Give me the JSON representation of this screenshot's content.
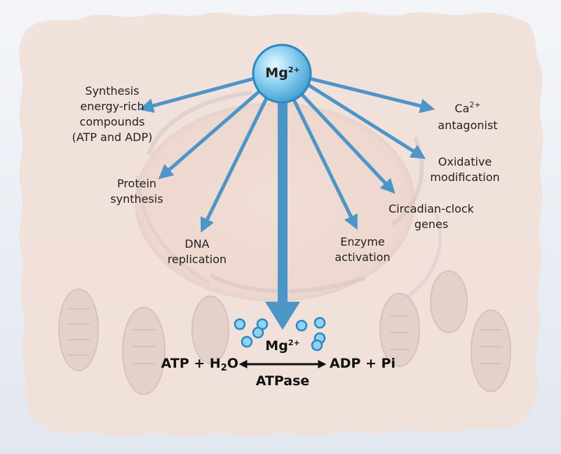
{
  "colors": {
    "background_top": "#f3f5f9",
    "background_bottom": "#e2e7ef",
    "cell_fill": "#f1dfd8",
    "nucleus_fill": "#ecd4cb",
    "arrow_blue": "#4d95c7",
    "ion_fill": "#8fd3f2",
    "ion_stroke": "#2f86c2",
    "text": "#222222"
  },
  "central_ion": {
    "symbol": "Mg",
    "charge": "2+"
  },
  "functions": {
    "synthesis": [
      "Synthesis",
      "energy-rich",
      "compounds",
      "(ATP and ADP)"
    ],
    "protein": [
      "Protein",
      "synthesis"
    ],
    "dna": [
      "DNA",
      "replication"
    ],
    "enzyme": [
      "Enzyme",
      "activation"
    ],
    "circadian": [
      "Circadian-clock",
      "genes"
    ],
    "oxidative": [
      "Oxidative",
      "modification"
    ],
    "calcium": {
      "symbol": "Ca",
      "charge": "2+",
      "line2": "antagonist"
    }
  },
  "reaction": {
    "left": "ATP + H",
    "left_sub": "2",
    "left_tail": "O",
    "right": "ADP + Pi",
    "catalyst_symbol": "Mg",
    "catalyst_charge": "2+",
    "enzyme": "ATPase"
  }
}
